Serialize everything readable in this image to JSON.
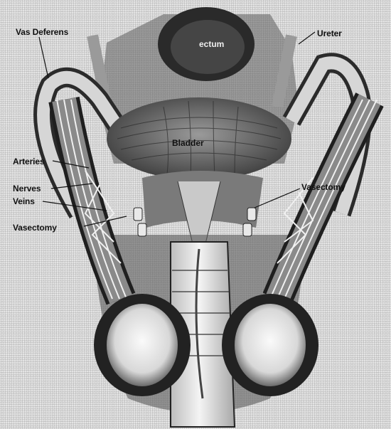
{
  "labels": {
    "vas_deferens": "Vas Deferens",
    "ureter": "Ureter",
    "rectum": "ectum",
    "bladder": "Bladder",
    "arteries": "Arteries",
    "nerves": "Nerves",
    "veins": "Veins",
    "vasectomy_left": "Vasectomy",
    "vasectomy_right": "Vasectomy"
  }
}
